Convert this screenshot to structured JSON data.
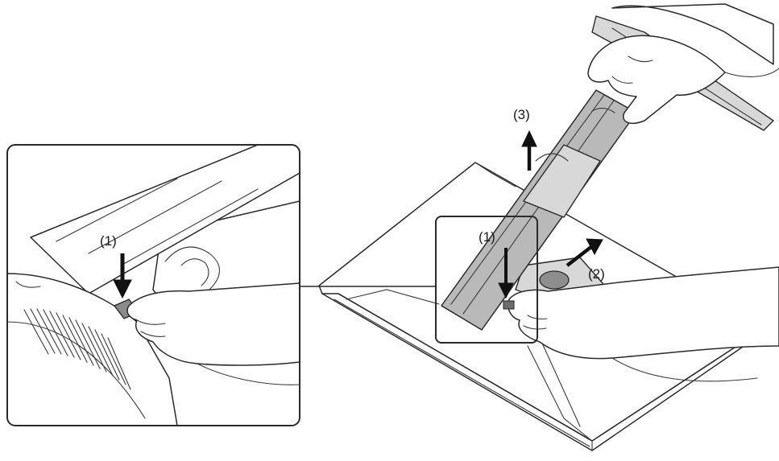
{
  "labels": {
    "step1_inset": "(1)",
    "step1_main": "(1)",
    "step2": "(2)",
    "step3": "(3)"
  }
}
